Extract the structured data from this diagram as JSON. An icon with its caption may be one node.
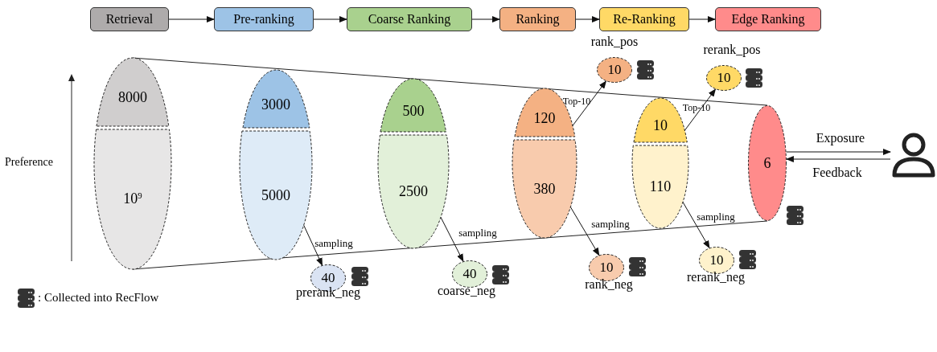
{
  "diagram": {
    "nodes": [
      {
        "text": [
          "Retrieval"
        ]
      },
      {
        "text": [
          "Pre-ranking"
        ]
      },
      {
        "text": [
          "Coarse Ranking"
        ]
      },
      {
        "text": [
          "Ranking"
        ]
      },
      {
        "text": [
          "Re-Ranking"
        ]
      },
      {
        "text": [
          "Edge Ranking"
        ]
      },
      {
        "text": [
          "8000"
        ]
      },
      {
        "text": [
          "10$^{9}$"
        ]
      },
      {
        "text": [
          "3000"
        ]
      },
      {
        "text": [
          "5000"
        ]
      },
      {
        "text": [
          "500"
        ]
      },
      {
        "text": [
          "2500"
        ]
      },
      {
        "text": [
          "120"
        ]
      },
      {
        "text": [
          "380"
        ]
      },
      {
        "text": [
          "10"
        ]
      },
      {
        "text": [
          "110"
        ]
      },
      {
        "text": [
          "6"
        ]
      },
      {
        "text": [
          "10"
        ],
        "beside": [
          "rank_pos"
        ]
      },
      {
        "text": [
          "10"
        ],
        "beside": [
          "rerank_pos"
        ]
      },
      {
        "text": [
          "40"
        ],
        "beside": [
          "prerank_neg"
        ]
      },
      {
        "text": [
          "40"
        ],
        "beside": [
          "coarse_neg"
        ]
      },
      {
        "text": [
          "10"
        ],
        "beside": [
          "rank_neg"
        ]
      },
      {
        "text": [
          "10"
        ],
        "beside": [
          "rerank_neg"
        ]
      },
      {
        "text": [],
        "shape": "person"
      }
    ],
    "edges": [
      {
        "from": 0,
        "to": 1,
        "arrow": "to"
      },
      {
        "from": 1,
        "to": 2,
        "arrow": "to"
      },
      {
        "from": 2,
        "to": 3,
        "arrow": "to"
      },
      {
        "from": 3,
        "to": 4,
        "arrow": "to"
      },
      {
        "from": 4,
        "to": 5,
        "arrow": "to"
      },
      {
        "from": 12,
        "to": 17,
        "arrow": "to",
        "label": "Top-10"
      },
      {
        "from": 14,
        "to": 18,
        "arrow": "to",
        "label": "Top-10"
      },
      {
        "from": 9,
        "to": 19,
        "arrow": "to",
        "label": "sampling"
      },
      {
        "from": 11,
        "to": 20,
        "arrow": "to",
        "label": "sampling"
      },
      {
        "from": 13,
        "to": 21,
        "arrow": "to",
        "label": "sampling"
      },
      {
        "from": 15,
        "to": 22,
        "arrow": "to",
        "label": "sampling"
      },
      {
        "from": 16,
        "to": 23,
        "arrow": "to",
        "label": "Exposure"
      },
      {
        "from": 23,
        "to": 16,
        "arrow": "to",
        "label": "Feedback"
      }
    ],
    "labels": [
      "Preference"
    ],
    "legend": [
      {
        "text": ": Collected into RecFlow"
      }
    ]
  }
}
